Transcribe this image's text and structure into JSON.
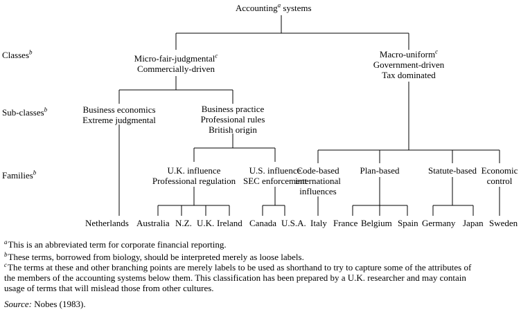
{
  "root": {
    "label": "Accounting",
    "sup": "a",
    "label_after": "systems"
  },
  "levels": {
    "classes": {
      "label": "Classes",
      "sup": "b"
    },
    "subclasses": {
      "label": "Sub-classes",
      "sup": "b"
    },
    "families": {
      "label": "Families",
      "sup": "b"
    }
  },
  "classes": {
    "micro": {
      "line1": "Micro-fair-judgmental",
      "sup": "c",
      "line2": "Commercially-driven"
    },
    "macro": {
      "line1": "Macro-uniform",
      "sup": "c",
      "line2": "Government-driven",
      "line3": "Tax dominated"
    }
  },
  "subclasses": {
    "business_economics": {
      "line1": "Business economics",
      "line2": "Extreme judgmental"
    },
    "business_practice": {
      "line1": "Business practice",
      "line2": "Professional rules",
      "line3": "British origin"
    }
  },
  "families": {
    "uk_influence": {
      "line1": "U.K. influence",
      "line2": "Professional regulation"
    },
    "us_influence": {
      "line1": "U.S. influence",
      "line2": "SEC enforcement"
    },
    "code_based": {
      "line1": "Code-based",
      "line2": "international",
      "line3": "influences"
    },
    "plan_based": {
      "line1": "Plan-based"
    },
    "statute_based": {
      "line1": "Statute-based"
    },
    "economic_control": {
      "line1": "Economic",
      "line2": "control"
    }
  },
  "countries": [
    "Netherlands",
    "Australia",
    "N.Z.",
    "U.K.",
    "Ireland",
    "Canada",
    "U.S.A.",
    "Italy",
    "France",
    "Belgium",
    "Spain",
    "Germany",
    "Japan",
    "Sweden"
  ],
  "footnotes": [
    {
      "mark": "a",
      "text": "This is an abbreviated term for corporate financial reporting."
    },
    {
      "mark": "b",
      "text": "These terms, borrowed from biology, should be interpreted merely as loose labels."
    },
    {
      "mark": "c",
      "line1": "The terms at these and other branching points are merely labels to be used as shorthand to try to capture some of the attributes of",
      "line2": "the members of the accounting systems below them.  This classification has been prepared by a U.K. researcher and may contain",
      "line3": "usage of terms that will mislead those from other cultures."
    }
  ],
  "source": {
    "label": "Source:",
    "text": "Nobes (1983)."
  }
}
